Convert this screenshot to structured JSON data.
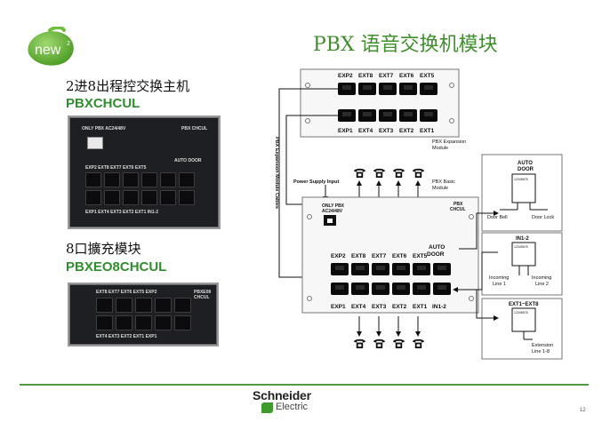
{
  "slide": {
    "badge": "new",
    "title": "PBX 语音交换机模块",
    "page_number": "12"
  },
  "product1": {
    "name_cn": "2进8出程控交换主机",
    "code": "PBXCHCUL",
    "photo_labels": {
      "top_left": "ONLY PBX AC24/48V",
      "top_right": "PBX CHCUL",
      "auto_door": "AUTO DOOR",
      "top_row": "EXP2 EXT8 EXT7 EXT6 EXT5",
      "bottom_row": "EXP1 EXT4 EXT3 EXT2 EXT1 IN1-2"
    }
  },
  "product2": {
    "name_cn": "8口擴充模块",
    "code": "PBXEO8CHCUL",
    "photo_labels": {
      "top_row": "EXT8 EXT7 EXT6 EXT5 EXP2",
      "top_right": "PBXE08 CHCUL",
      "bottom_row": "EXT4 EXT3 EXT2 EXT1 EXP1"
    }
  },
  "diagram": {
    "exp_top_labels": [
      "EXP2",
      "EXT8",
      "EXT7",
      "EXT6",
      "EXT5"
    ],
    "exp_bottom_labels": [
      "EXP1",
      "EXT4",
      "EXT3",
      "EXT2",
      "EXT1"
    ],
    "exp_module_label_1": "PBX Expansion",
    "exp_module_label_2": "Module",
    "cables_label": "PBX Expansion Module Cables",
    "power_label": "Power Supply Input",
    "basic_module_label_1": "PBX Basic",
    "basic_module_label_2": "Module",
    "only_pbx_1": "ONLY PBX",
    "only_pbx_2": "AC24/48V",
    "pbx_chcul_1": "PBX",
    "pbx_chcul_2": "CHCUL",
    "main_top_labels": [
      "EXP2",
      "EXT8",
      "EXT7",
      "EXT6",
      "EXT5"
    ],
    "auto_door_1": "AUTO",
    "auto_door_2": "DOOR",
    "main_bottom_labels": [
      "EXP1",
      "EXT4",
      "EXT3",
      "EXT2",
      "EXT1",
      "IN1-2"
    ],
    "right_auto_1": "AUTO",
    "right_auto_2": "DOOR",
    "door_bell": "Door Bell",
    "door_lock": "Door Lock",
    "in12": "IN1-2",
    "incoming1_1": "Incoming",
    "incoming1_2": "Line 1",
    "incoming2_1": "Incoming",
    "incoming2_2": "Line 2",
    "ext1_8": "EXT1~EXT8",
    "extension_1": "Extension",
    "extension_2": "Line 1-8",
    "pin_digits": "12345678"
  },
  "footer": {
    "brand_line1": "Schneider",
    "brand_line2": "Electric"
  },
  "colors": {
    "title_green": "#3f8f2c",
    "code_green": "#2f8f2c",
    "footer_green": "#4e9a3e"
  }
}
